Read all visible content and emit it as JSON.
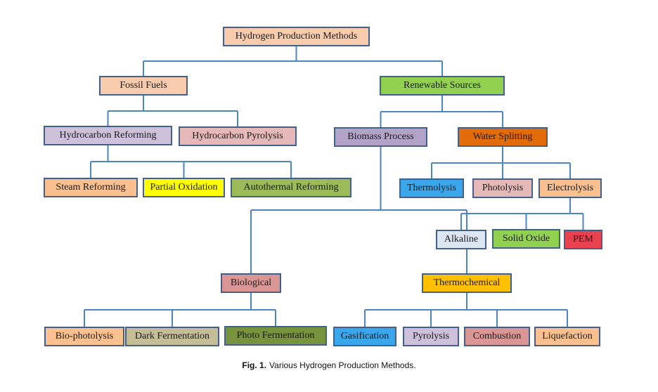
{
  "nodes": {
    "root": {
      "label": "Hydrogen Production Methods",
      "color": "#f8cbad"
    },
    "fossil": {
      "label": "Fossil Fuels",
      "color": "#f8cbad"
    },
    "renewable": {
      "label": "Renewable Sources",
      "color": "#92d050"
    },
    "hc_reforming": {
      "label": "Hydrocarbon Reforming",
      "color": "#ccc0da"
    },
    "hc_pyrolysis": {
      "label": "Hydrocarbon Pyrolysis",
      "color": "#e6b9b8"
    },
    "biomass": {
      "label": "Biomass Process",
      "color": "#b3a2c7"
    },
    "water_splitting": {
      "label": "Water Splitting",
      "color": "#e26b0a"
    },
    "steam_reforming": {
      "label": "Steam Reforming",
      "color": "#fac090"
    },
    "partial_oxidation": {
      "label": "Partial Oxidation",
      "color": "#ffff00"
    },
    "autothermal_reforming": {
      "label": "Autothermal Reforming",
      "color": "#9bbb59"
    },
    "thermolysis": {
      "label": "Thermolysis",
      "color": "#3aa6ec"
    },
    "photolysis": {
      "label": "Photolysis",
      "color": "#e6b9b8"
    },
    "electrolysis": {
      "label": "Electrolysis",
      "color": "#fac090"
    },
    "alkaline": {
      "label": "Alkaline",
      "color": "#dce6f1"
    },
    "solid_oxide": {
      "label": "Solid Oxide",
      "color": "#92d050"
    },
    "pem": {
      "label": "PEM",
      "color": "#e8414f"
    },
    "biological": {
      "label": "Biological",
      "color": "#d99694"
    },
    "thermochemical": {
      "label": "Thermochemical",
      "color": "#ffc000"
    },
    "bio_photolysis": {
      "label": "Bio-photolysis",
      "color": "#fac090"
    },
    "dark_fermentation": {
      "label": "Dark Fermentation",
      "color": "#c4bd97"
    },
    "photo_fermentation": {
      "label": "Photo Fermentation",
      "color": "#77933c"
    },
    "gasification": {
      "label": "Gasification",
      "color": "#3aa6ec"
    },
    "pyrolysis": {
      "label": "Pyrolysis",
      "color": "#ccc0da"
    },
    "combustion": {
      "label": "Combustion",
      "color": "#d99694"
    },
    "liquefaction": {
      "label": "Liquefaction",
      "color": "#fac090"
    }
  },
  "edges": [
    [
      "root",
      [
        "fossil",
        "renewable"
      ]
    ],
    [
      "fossil",
      [
        "hc_reforming",
        "hc_pyrolysis"
      ]
    ],
    [
      "hc_reforming",
      [
        "steam_reforming",
        "partial_oxidation",
        "autothermal_reforming"
      ]
    ],
    [
      "renewable",
      [
        "biomass",
        "water_splitting"
      ]
    ],
    [
      "water_splitting",
      [
        "thermolysis",
        "photolysis",
        "electrolysis"
      ]
    ],
    [
      "electrolysis",
      [
        "alkaline",
        "solid_oxide",
        "pem"
      ]
    ],
    [
      "biomass",
      [
        "biological",
        "thermochemical"
      ]
    ],
    [
      "biological",
      [
        "bio_photolysis",
        "dark_fermentation",
        "photo_fermentation"
      ]
    ],
    [
      "thermochemical",
      [
        "gasification",
        "pyrolysis",
        "combustion",
        "liquefaction"
      ]
    ]
  ],
  "colors": {
    "border": "#41608a",
    "connector": "#4a86c5"
  },
  "caption": {
    "label": "Fig. 1.",
    "text": "Various Hydrogen Production Methods."
  }
}
